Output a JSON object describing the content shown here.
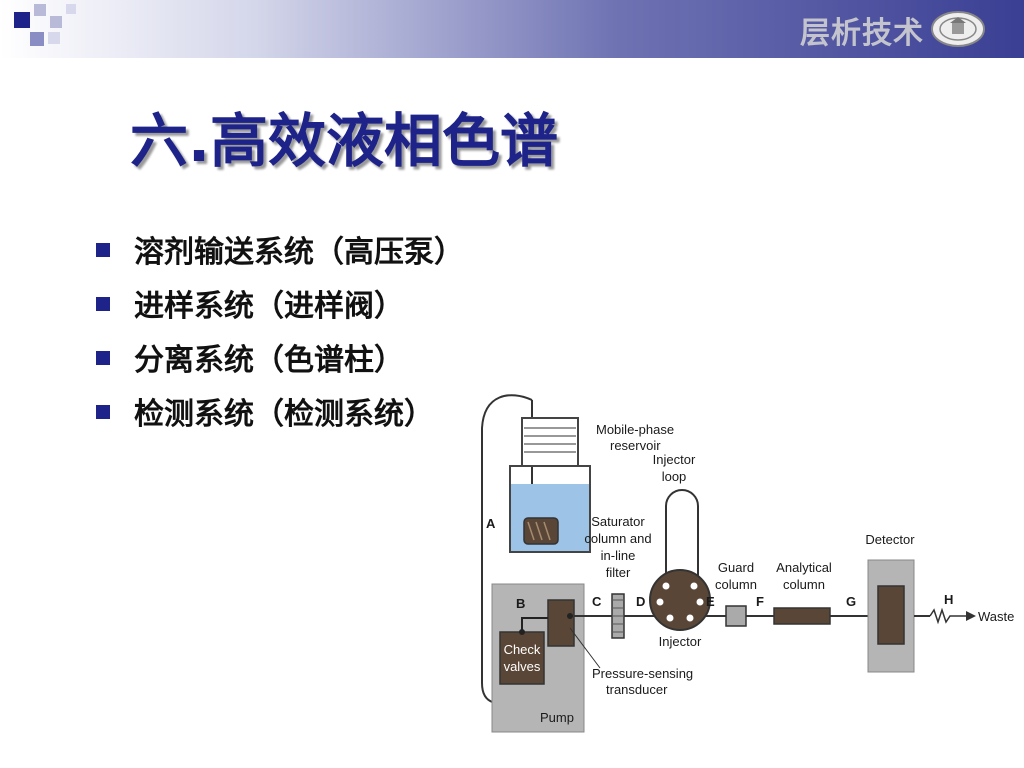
{
  "header": {
    "title": "层析技术"
  },
  "slide": {
    "title": "六.高效液相色谱",
    "bullets": [
      "溶剂输送系统（高压泵）",
      "进样系统（进样阀）",
      "分离系统（色谱柱）",
      "检测系统（检测系统）"
    ]
  },
  "diagram": {
    "labels": {
      "reservoir_l1": "Mobile-phase",
      "reservoir_l2": "reservoir",
      "loop_l1": "Injector",
      "loop_l2": "loop",
      "sat_l1": "Saturator",
      "sat_l2": "column and",
      "sat_l3": "in-line",
      "sat_l4": "filter",
      "guard_l1": "Guard",
      "guard_l2": "column",
      "anal_l1": "Analytical",
      "anal_l2": "column",
      "detector": "Detector",
      "check_l1": "Check",
      "check_l2": "valves",
      "injector": "Injector",
      "pst_l1": "Pressure-sensing",
      "pst_l2": "transducer",
      "pump": "Pump",
      "waste": "Waste",
      "A": "A",
      "B": "B",
      "C": "C",
      "D": "D",
      "E": "E",
      "F": "F",
      "G": "G",
      "H": "H"
    }
  },
  "colors": {
    "title": "#1d2388",
    "bullet": "#1d2388",
    "pump_box": "#b5b5b5",
    "component": "#5a4636",
    "liquid": "#9dc3e6"
  }
}
